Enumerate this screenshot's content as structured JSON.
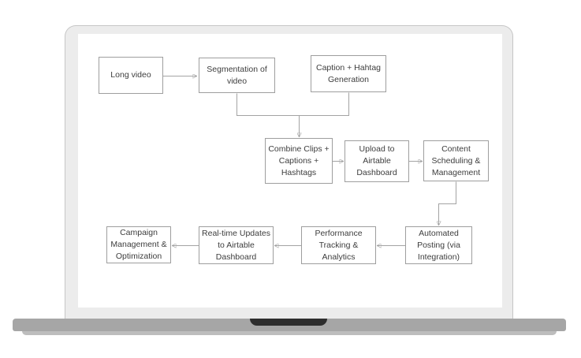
{
  "laptop": {
    "bezel_color": "#ececec",
    "screen_color": "#ffffff",
    "base_color": "#a6a6a6",
    "notch_color": "#2e2e2e"
  },
  "diagram": {
    "type": "flowchart",
    "node_border_color": "#9e9e9e",
    "text_color": "#3d3d3d",
    "line_color": "#a3a3a3",
    "arrow_color": "#4a4a4a",
    "nodes": [
      {
        "id": "long-video",
        "label": "Long video"
      },
      {
        "id": "segmentation",
        "label": "Segmentation of\nvideo"
      },
      {
        "id": "caption-hashtag",
        "label": "Caption + Hahtag\nGeneration"
      },
      {
        "id": "combine-clips",
        "label": "Combine Clips +\nCaptions +\nHashtags"
      },
      {
        "id": "upload-airtable",
        "label": "Upload to\nAirtable\nDashboard"
      },
      {
        "id": "content-scheduling",
        "label": "Content\nScheduling &\nManagement"
      },
      {
        "id": "automated-posting",
        "label": "Automated\nPosting (via\nIntegration)"
      },
      {
        "id": "performance-tracking",
        "label": "Performance\nTracking &\nAnalytics"
      },
      {
        "id": "realtime-updates",
        "label": "Real-time Updates\nto Airtable\nDashboard"
      },
      {
        "id": "campaign-management",
        "label": "Campaign\nManagement &\nOptimization"
      }
    ],
    "edges": [
      {
        "from": "long-video",
        "to": "segmentation"
      },
      {
        "from": "segmentation",
        "to": "combine-clips"
      },
      {
        "from": "caption-hashtag",
        "to": "combine-clips"
      },
      {
        "from": "combine-clips",
        "to": "upload-airtable"
      },
      {
        "from": "upload-airtable",
        "to": "content-scheduling"
      },
      {
        "from": "content-scheduling",
        "to": "automated-posting"
      },
      {
        "from": "automated-posting",
        "to": "performance-tracking"
      },
      {
        "from": "performance-tracking",
        "to": "realtime-updates"
      },
      {
        "from": "realtime-updates",
        "to": "campaign-management"
      }
    ]
  }
}
